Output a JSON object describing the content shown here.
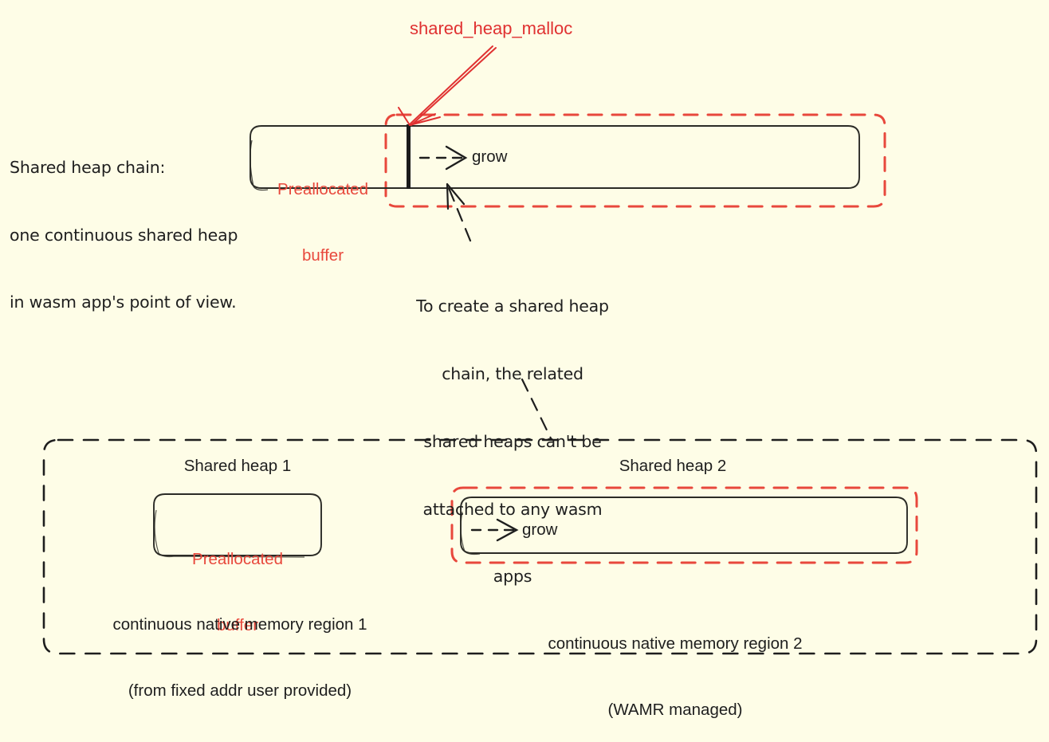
{
  "colors": {
    "background": "#FEFDE7",
    "ink": "#1e1e1e",
    "red": "#e8483c",
    "red_label": "#e03131"
  },
  "annotations": {
    "malloc_label": "shared_heap_malloc",
    "chain_note": [
      "Shared heap chain:",
      "one continuous shared heap",
      "in wasm app's point of view."
    ],
    "chain_rule": [
      "To create a shared heap",
      "chain, the related",
      "shared heaps can't be",
      "attached to any wasm",
      "apps"
    ]
  },
  "top_diagram": {
    "preallocated_buffer": [
      "Preallocated",
      "buffer"
    ],
    "grow_label": "grow"
  },
  "bottom_diagram": {
    "heap1": {
      "title": "Shared heap 1",
      "box_label": [
        "Preallocated",
        "buffer"
      ],
      "caption": [
        "continuous native memory region 1",
        "(from fixed addr user provided)"
      ]
    },
    "heap2": {
      "title": "Shared heap 2",
      "grow_label": "grow",
      "caption": [
        "continuous native memory region 2",
        "(WAMR managed)"
      ]
    }
  }
}
